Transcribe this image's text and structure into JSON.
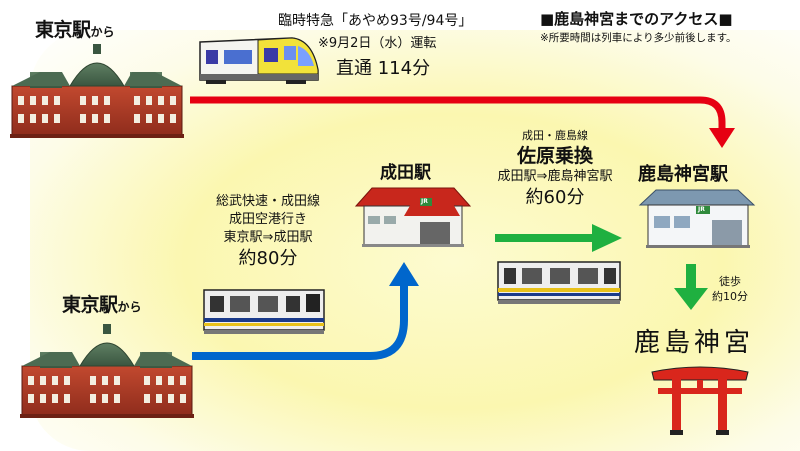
{
  "header": {
    "title": "■鹿島神宮までのアクセス■",
    "note": "※所要時間は列車により多少前後します。"
  },
  "route_top": {
    "origin_main": "東京駅",
    "origin_suffix": "から",
    "train_name": "臨時特急「あやめ93号/94号」",
    "run_date": "※9月2日（水）運転",
    "duration": "直通 114分"
  },
  "route_bottom": {
    "origin_main": "東京駅",
    "origin_suffix": "から",
    "line_name": "総武快速・成田線",
    "bound_for": "成田空港行き",
    "segment": "東京駅⇒成田駅",
    "duration": "約80分"
  },
  "narita": {
    "station_label": "成田駅",
    "sign_text": "JR"
  },
  "transfer": {
    "line_name": "成田・鹿島線",
    "action": "佐原乗換",
    "segment": "成田駅⇒鹿島神宮駅",
    "duration": "約60分"
  },
  "kashima_station": {
    "label": "鹿島神宮駅",
    "sign_text": "JR"
  },
  "walk": {
    "label": "徒歩",
    "duration": "約10分"
  },
  "shrine": {
    "label": "鹿島神宮"
  },
  "colors": {
    "red_arrow": "#e60012",
    "blue_arrow": "#0066cc",
    "green_arrow": "#1fb040",
    "torii": "#d9261c"
  }
}
